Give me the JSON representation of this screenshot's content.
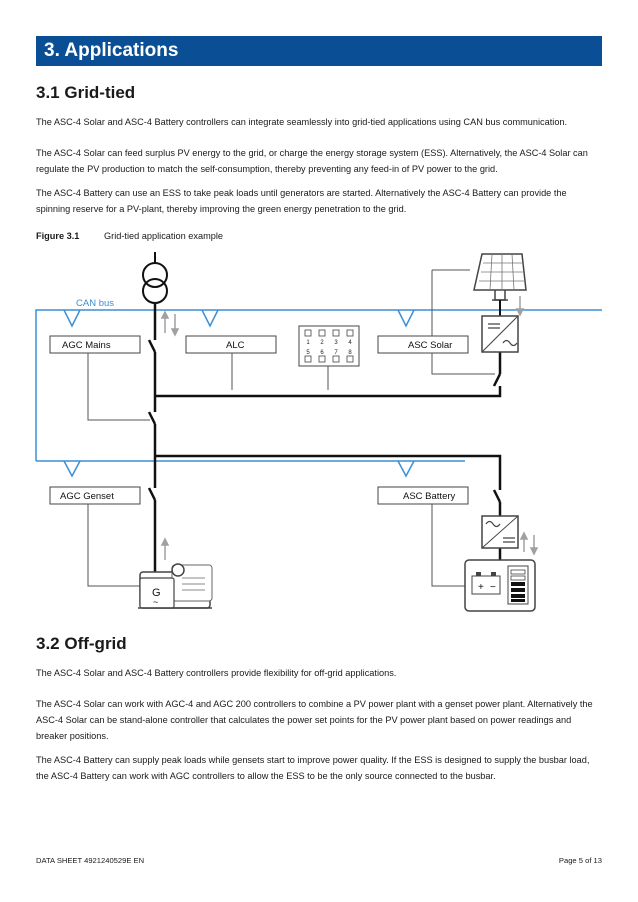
{
  "header": {
    "title": "3. Applications"
  },
  "section1": {
    "heading": "3.1 Grid-tied",
    "paragraphs": [
      "The ASC-4 Solar and ASC-4 Battery controllers can integrate seamlessly into grid-tied applications using CAN bus communication.",
      "The ASC-4 Solar can feed surplus PV energy to the grid, or charge the energy storage system (ESS). Alternatively, the ASC-4 Solar can regulate the PV production to match the self-consumption, thereby preventing any feed-in of PV power to the grid.",
      "The ASC-4 Battery can use an ESS to take peak loads until generators are started. Alternatively the ASC-4 Battery can provide the spinning reserve for a PV-plant, thereby improving the green energy penetration to the grid."
    ]
  },
  "figure": {
    "number": "Figure 3.1",
    "caption": "Grid-tied application example",
    "can_bus_label": "CAN bus",
    "controllers": {
      "agc_mains": "AGC Mains",
      "alc": "ALC",
      "asc_solar": "ASC Solar",
      "agc_genset": "AGC Genset",
      "asc_battery": "ASC Battery"
    },
    "alc_terminals_top": [
      "1",
      "2",
      "3",
      "4"
    ],
    "alc_terminals_bottom": [
      "5",
      "6",
      "7",
      "8"
    ],
    "genset_symbol": "G",
    "genset_tilde": "~",
    "battery_plus": "+",
    "battery_minus": "−",
    "colors": {
      "can_bus": "#3a8fd6",
      "busbar": "#111111",
      "arrow": "#a0a0a0"
    }
  },
  "section2": {
    "heading": "3.2 Off-grid",
    "paragraphs": [
      "The ASC-4 Solar and ASC-4 Battery controllers provide flexibility for off-grid applications.",
      "The ASC-4 Solar can work with AGC-4 and AGC 200 controllers to combine a PV power plant with a genset power plant. Alternatively the ASC-4 Solar can be stand-alone controller that calculates the power set points for the PV power plant based on power readings and breaker positions.",
      "The ASC-4 Battery can supply peak loads while gensets start to improve power quality. If the ESS is designed to supply the busbar load, the ASC-4 Battery can work with AGC controllers to allow the ESS to be the only source connected to the busbar."
    ]
  },
  "footer": {
    "left": "DATA SHEET 4921240529E EN",
    "right": "Page 5 of 13"
  }
}
